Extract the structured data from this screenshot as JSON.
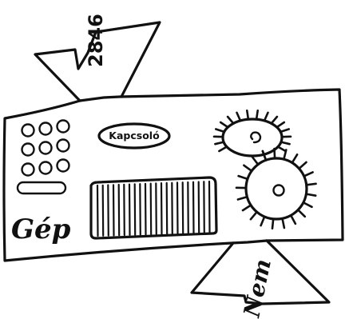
{
  "texts": {
    "top_number": "2846",
    "switch_label": "Kapcsoló",
    "machine_label": "Gép",
    "bottom_word": "Nem"
  },
  "colors": {
    "ink": "#111111",
    "paper": "#ffffff"
  },
  "elements": {
    "keypad_buttons": 9,
    "barcode_bars": 22
  }
}
